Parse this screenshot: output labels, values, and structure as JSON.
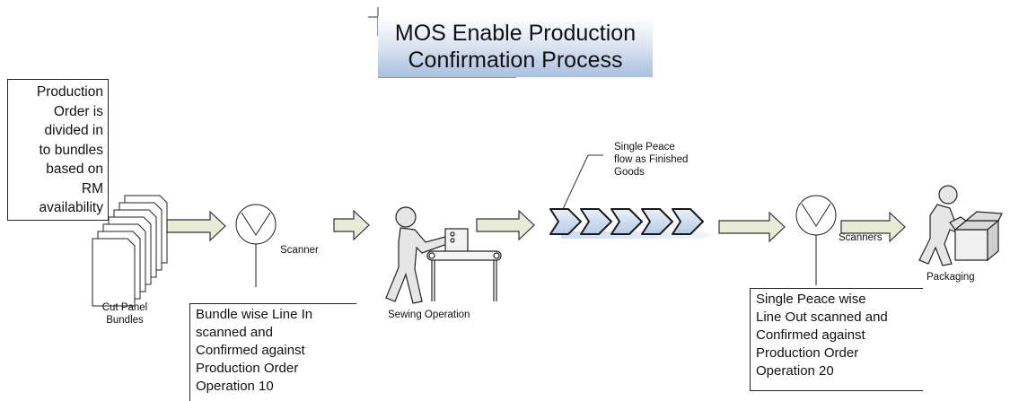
{
  "title": {
    "line1": "MOS Enable Production",
    "line2": "Confirmation Process"
  },
  "notes": {
    "production_order": [
      "Production",
      "Order is",
      "divided in",
      "to bundles",
      "based on",
      "RM",
      "availability"
    ],
    "line_in": [
      "Bundle wise Line In",
      "scanned and",
      "Confirmed against",
      "Production Order",
      "Operation 10"
    ],
    "line_out": [
      "Single Peace wise",
      "Line Out scanned and",
      "Confirmed against",
      "Production Order",
      "Operation 20"
    ]
  },
  "labels": {
    "cut_panel": [
      "Cut Panel",
      "Bundles"
    ],
    "scanner": "Scanner",
    "sewing": "Sewing Operation",
    "single_piece": [
      "Single Peace",
      "flow as Finished",
      "Goods"
    ],
    "scanners": "Scanners",
    "packaging": "Packaging"
  }
}
